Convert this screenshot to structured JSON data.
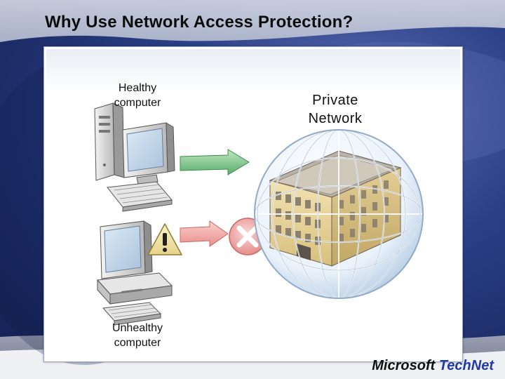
{
  "slide": {
    "title": "Why Use Network Access Protection?"
  },
  "diagram": {
    "healthy_label_line1": "Healthy",
    "healthy_label_line2": "computer",
    "unhealthy_label_line1": "Unhealthy",
    "unhealthy_label_line2": "computer",
    "network_label_line1": "Private",
    "network_label_line2": "Network"
  },
  "footer": {
    "logo_ms": "Microsoft",
    "logo_tn": "TechNet"
  },
  "colors": {
    "allow_arrow": "#7cc48a",
    "deny_arrow": "#f4a9a6",
    "deny_badge": "#f0a4a3",
    "warning_triangle": "#f3e6a8"
  }
}
